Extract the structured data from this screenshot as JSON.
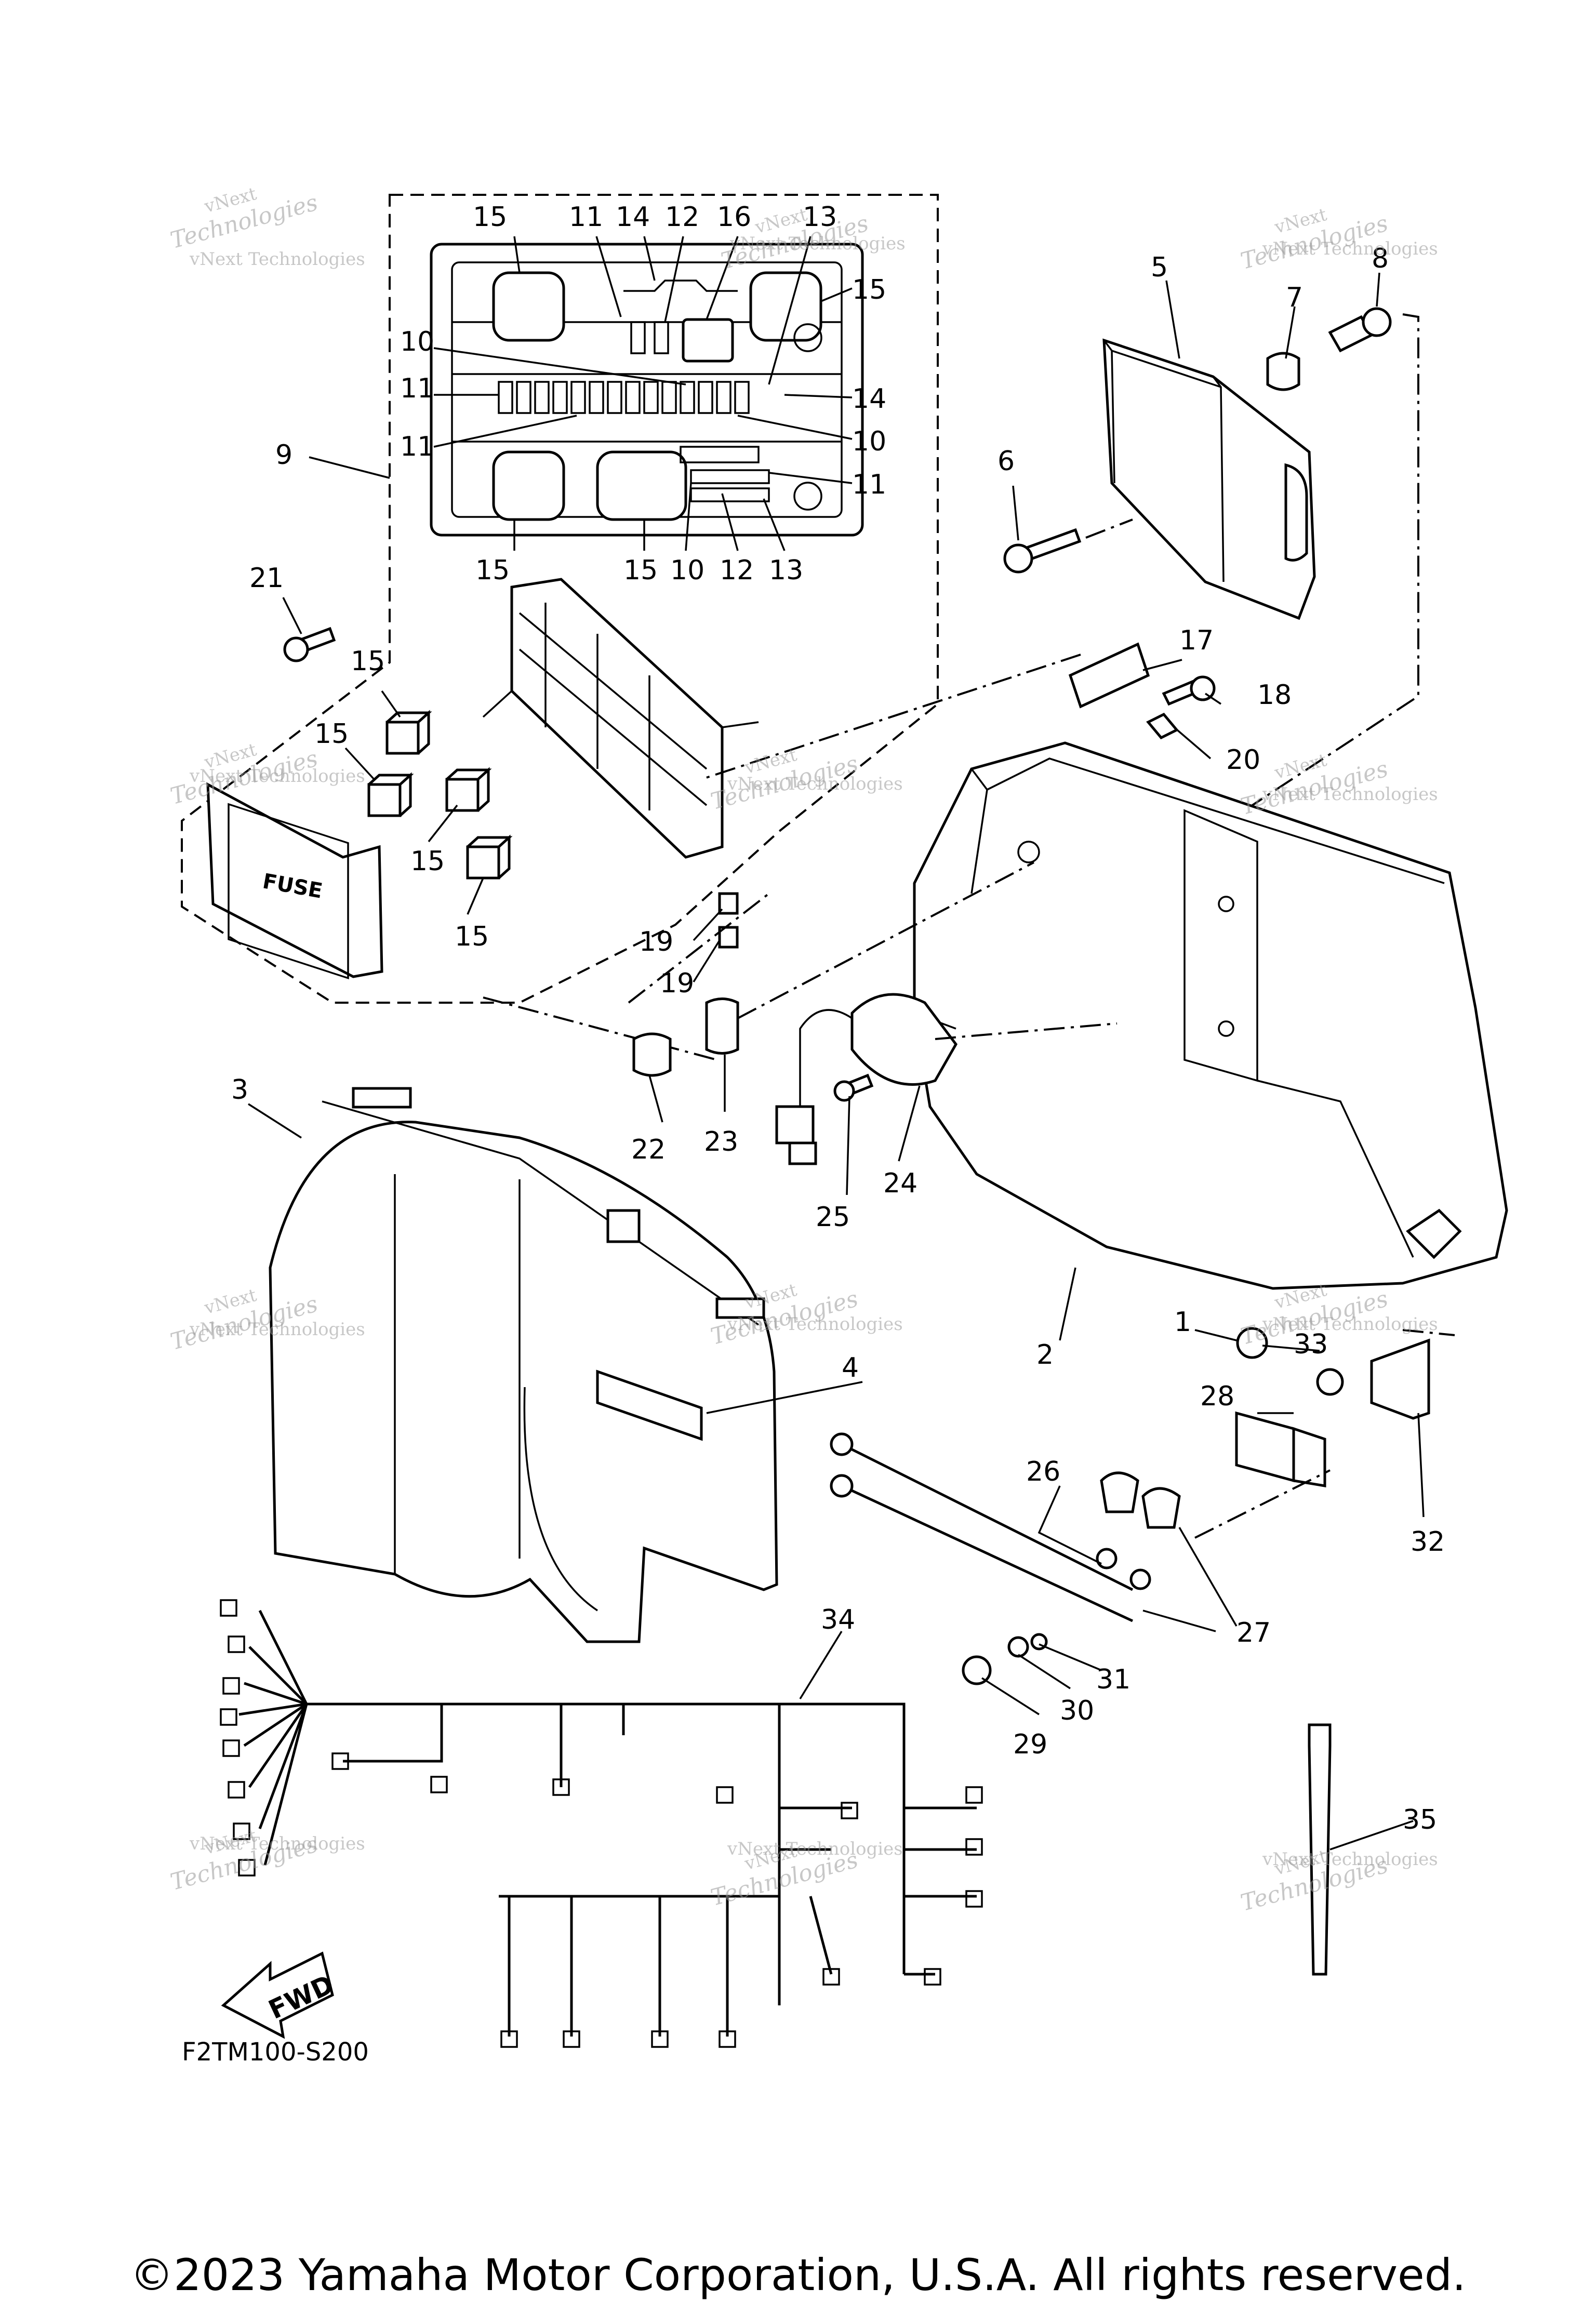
{
  "diagram": {
    "code": "F2TM100-S200",
    "fuse_label": "FUSE",
    "fwd_label": "FWD",
    "watermark": {
      "line1": "vNext",
      "line2": "Technologies",
      "line3": "vNext Technologies"
    },
    "callouts": [
      "1",
      "2",
      "3",
      "4",
      "5",
      "6",
      "7",
      "8",
      "9",
      "10",
      "11",
      "12",
      "13",
      "14",
      "15",
      "16",
      "17",
      "18",
      "19",
      "20",
      "21",
      "22",
      "23",
      "24",
      "25",
      "26",
      "27",
      "28",
      "29",
      "30",
      "31",
      "32",
      "33",
      "34",
      "35"
    ]
  },
  "copyright": "©2023 Yamaha Motor Corporation, U.S.A. All rights reserved."
}
